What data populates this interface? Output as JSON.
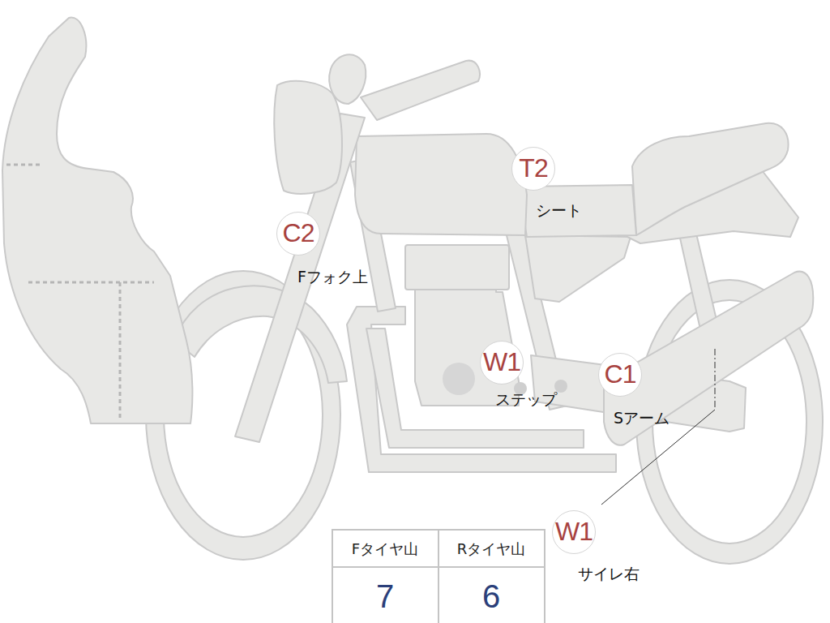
{
  "diagram": {
    "nodes": [
      {
        "text": [
          "T2",
          "シート"
        ]
      },
      {
        "text": [
          "C2",
          "Fフォク上"
        ]
      },
      {
        "text": [
          "W1",
          "ステップ"
        ]
      },
      {
        "text": [
          "C1",
          "Sアーム"
        ]
      },
      {
        "text": [
          "W1",
          "サイレ右"
        ]
      }
    ],
    "labels": [
      "Fタイヤ山",
      "Rタイヤ山",
      "7",
      "6"
    ]
  }
}
